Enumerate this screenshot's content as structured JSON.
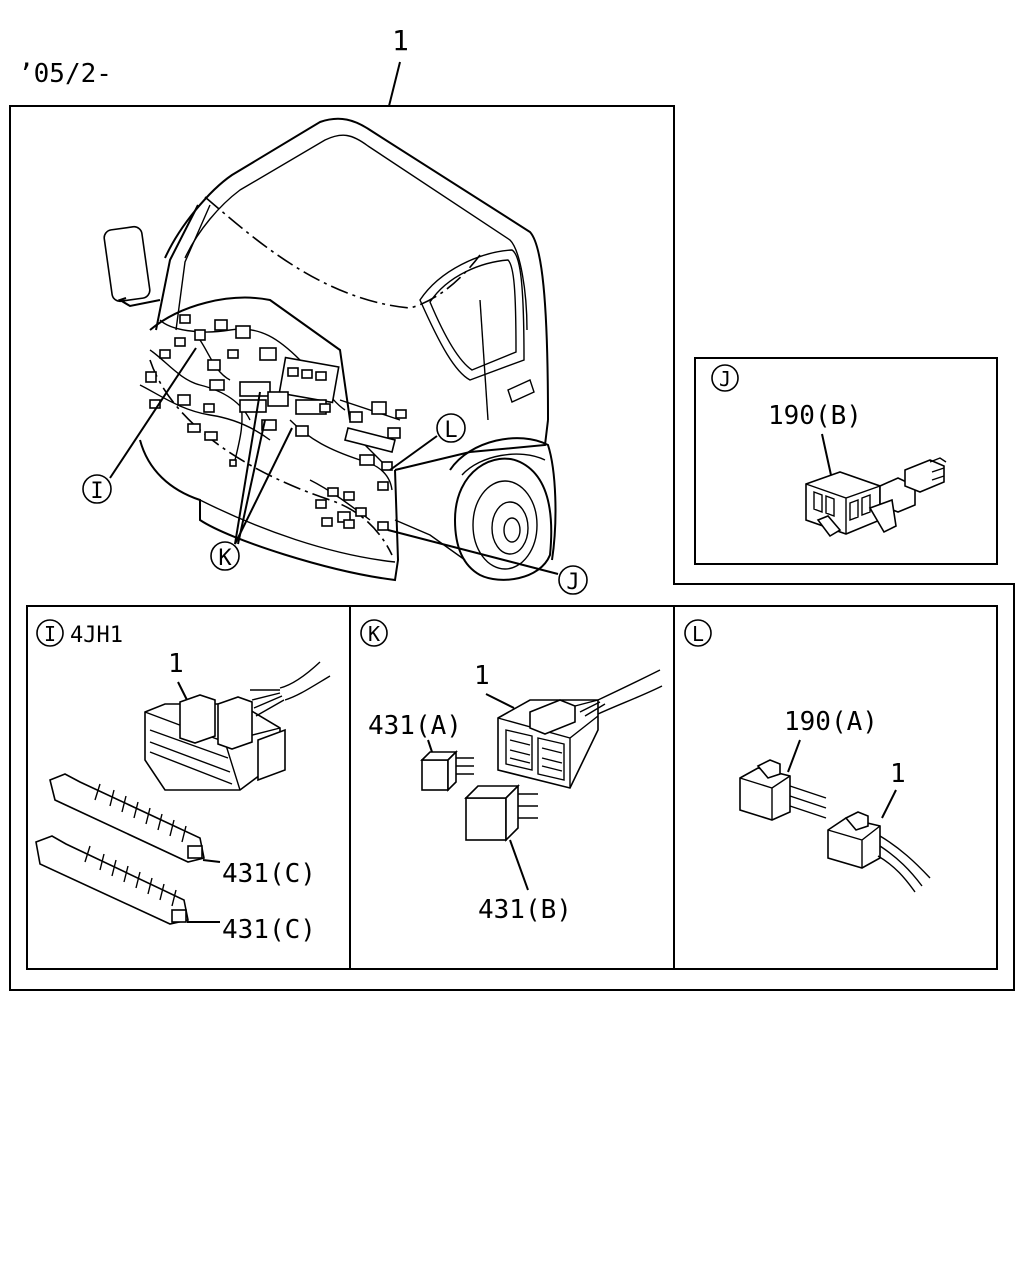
{
  "header": {
    "date_code": "’05/2-",
    "main_part_no": "1"
  },
  "callouts": {
    "I": "I",
    "J": "J",
    "K": "K",
    "L": "L"
  },
  "panel_j": {
    "letter": "J",
    "part": "190(B)"
  },
  "panel_i": {
    "letter": "I",
    "engine": "4JH1",
    "part_main": "1",
    "part_c1": "431(C)",
    "part_c2": "431(C)"
  },
  "panel_k": {
    "letter": "K",
    "part_main": "1",
    "part_a": "431(A)",
    "part_b": "431(B)"
  },
  "panel_l": {
    "letter": "L",
    "part_a": "190(A)",
    "part_main": "1"
  }
}
